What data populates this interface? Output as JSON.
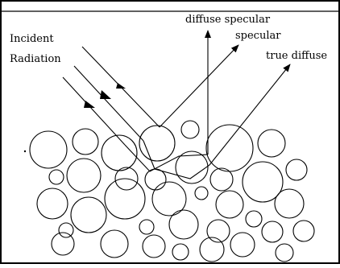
{
  "labels": {
    "incident_line1": "Incident",
    "incident_line2": "Radiation",
    "diffuse_specular": "diffuse specular",
    "specular": "specular",
    "true_diffuse": "true diffuse"
  },
  "colors": {
    "line": "#000000",
    "background": "#ffffff"
  }
}
